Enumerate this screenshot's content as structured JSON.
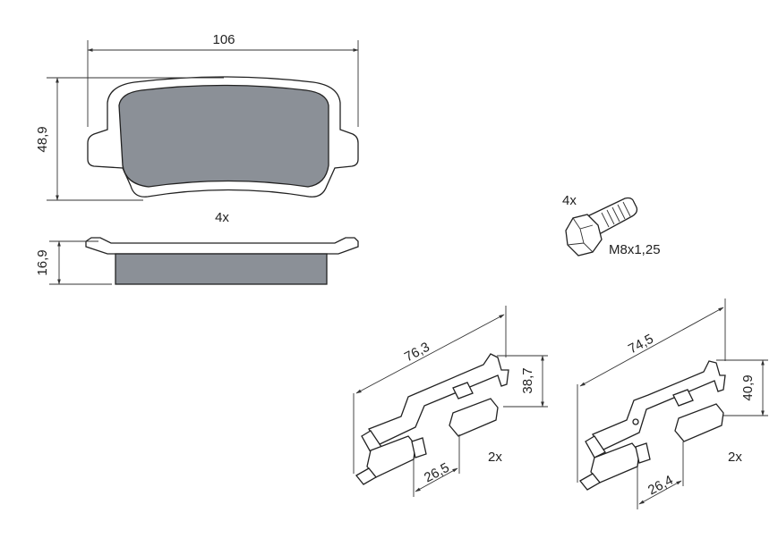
{
  "pad": {
    "width_label": "106",
    "height_label": "48,9",
    "quantity_label": "4x",
    "thickness_label": "16,9"
  },
  "bolt": {
    "quantity_label": "4x",
    "thread_label": "M8x1,25"
  },
  "clip_left": {
    "length_label": "76,3",
    "height_label": "38,7",
    "spacing_label": "26,5",
    "quantity_label": "2x"
  },
  "clip_right": {
    "length_label": "74,5",
    "height_label": "40,9",
    "spacing_label": "26,4",
    "quantity_label": "2x"
  },
  "colors": {
    "friction_material": "#8b9097",
    "line": "#222222"
  }
}
